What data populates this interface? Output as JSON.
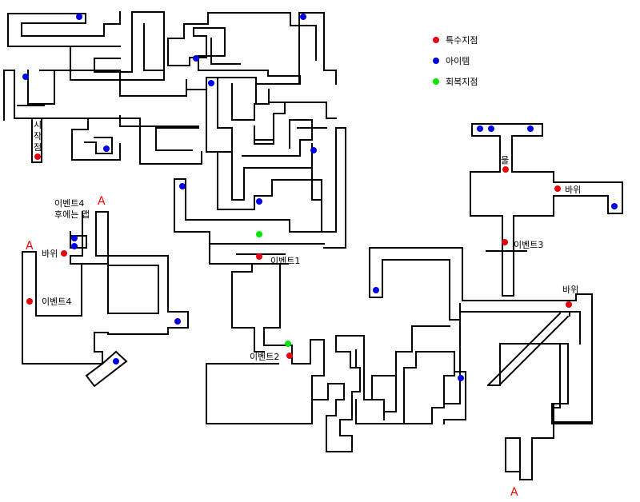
{
  "legend": {
    "special": {
      "label": "특수지점",
      "color": "#e8000b"
    },
    "item": {
      "label": "아이템",
      "color": "#0000e6"
    },
    "recovery": {
      "label": "회복지점",
      "color": "#00e600"
    }
  },
  "labels": {
    "start": [
      "시",
      "작",
      "점"
    ],
    "event1": "이벤트1",
    "event2": "이벤트2",
    "event3": "이벤트3",
    "event4_top": [
      "이벤트4",
      "후에는 맵"
    ],
    "event4_left": "이벤트4",
    "rock": "바위",
    "water": "물",
    "warp": "A"
  }
}
